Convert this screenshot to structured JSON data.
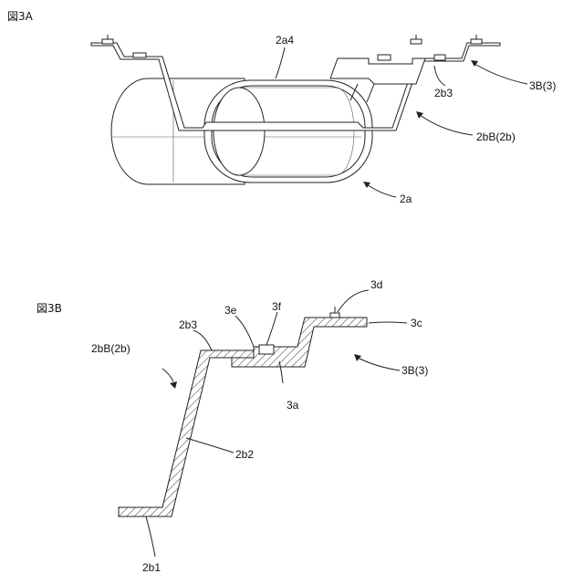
{
  "figure_a": {
    "title": "図3A",
    "labels": {
      "duct_top": "2a4",
      "bracket_corner": "2b3",
      "bracket": "2bB(2b)",
      "mount": "3B(3)",
      "duct": "2a"
    }
  },
  "figure_b": {
    "title": "図3B",
    "labels": {
      "bracket": "2bB(2b)",
      "corner": "2b3",
      "slot": "3e",
      "boss": "3f",
      "stud": "3d",
      "flange": "3c",
      "mount": "3B(3)",
      "base": "3a",
      "leg": "2b2",
      "foot": "2b1"
    }
  }
}
